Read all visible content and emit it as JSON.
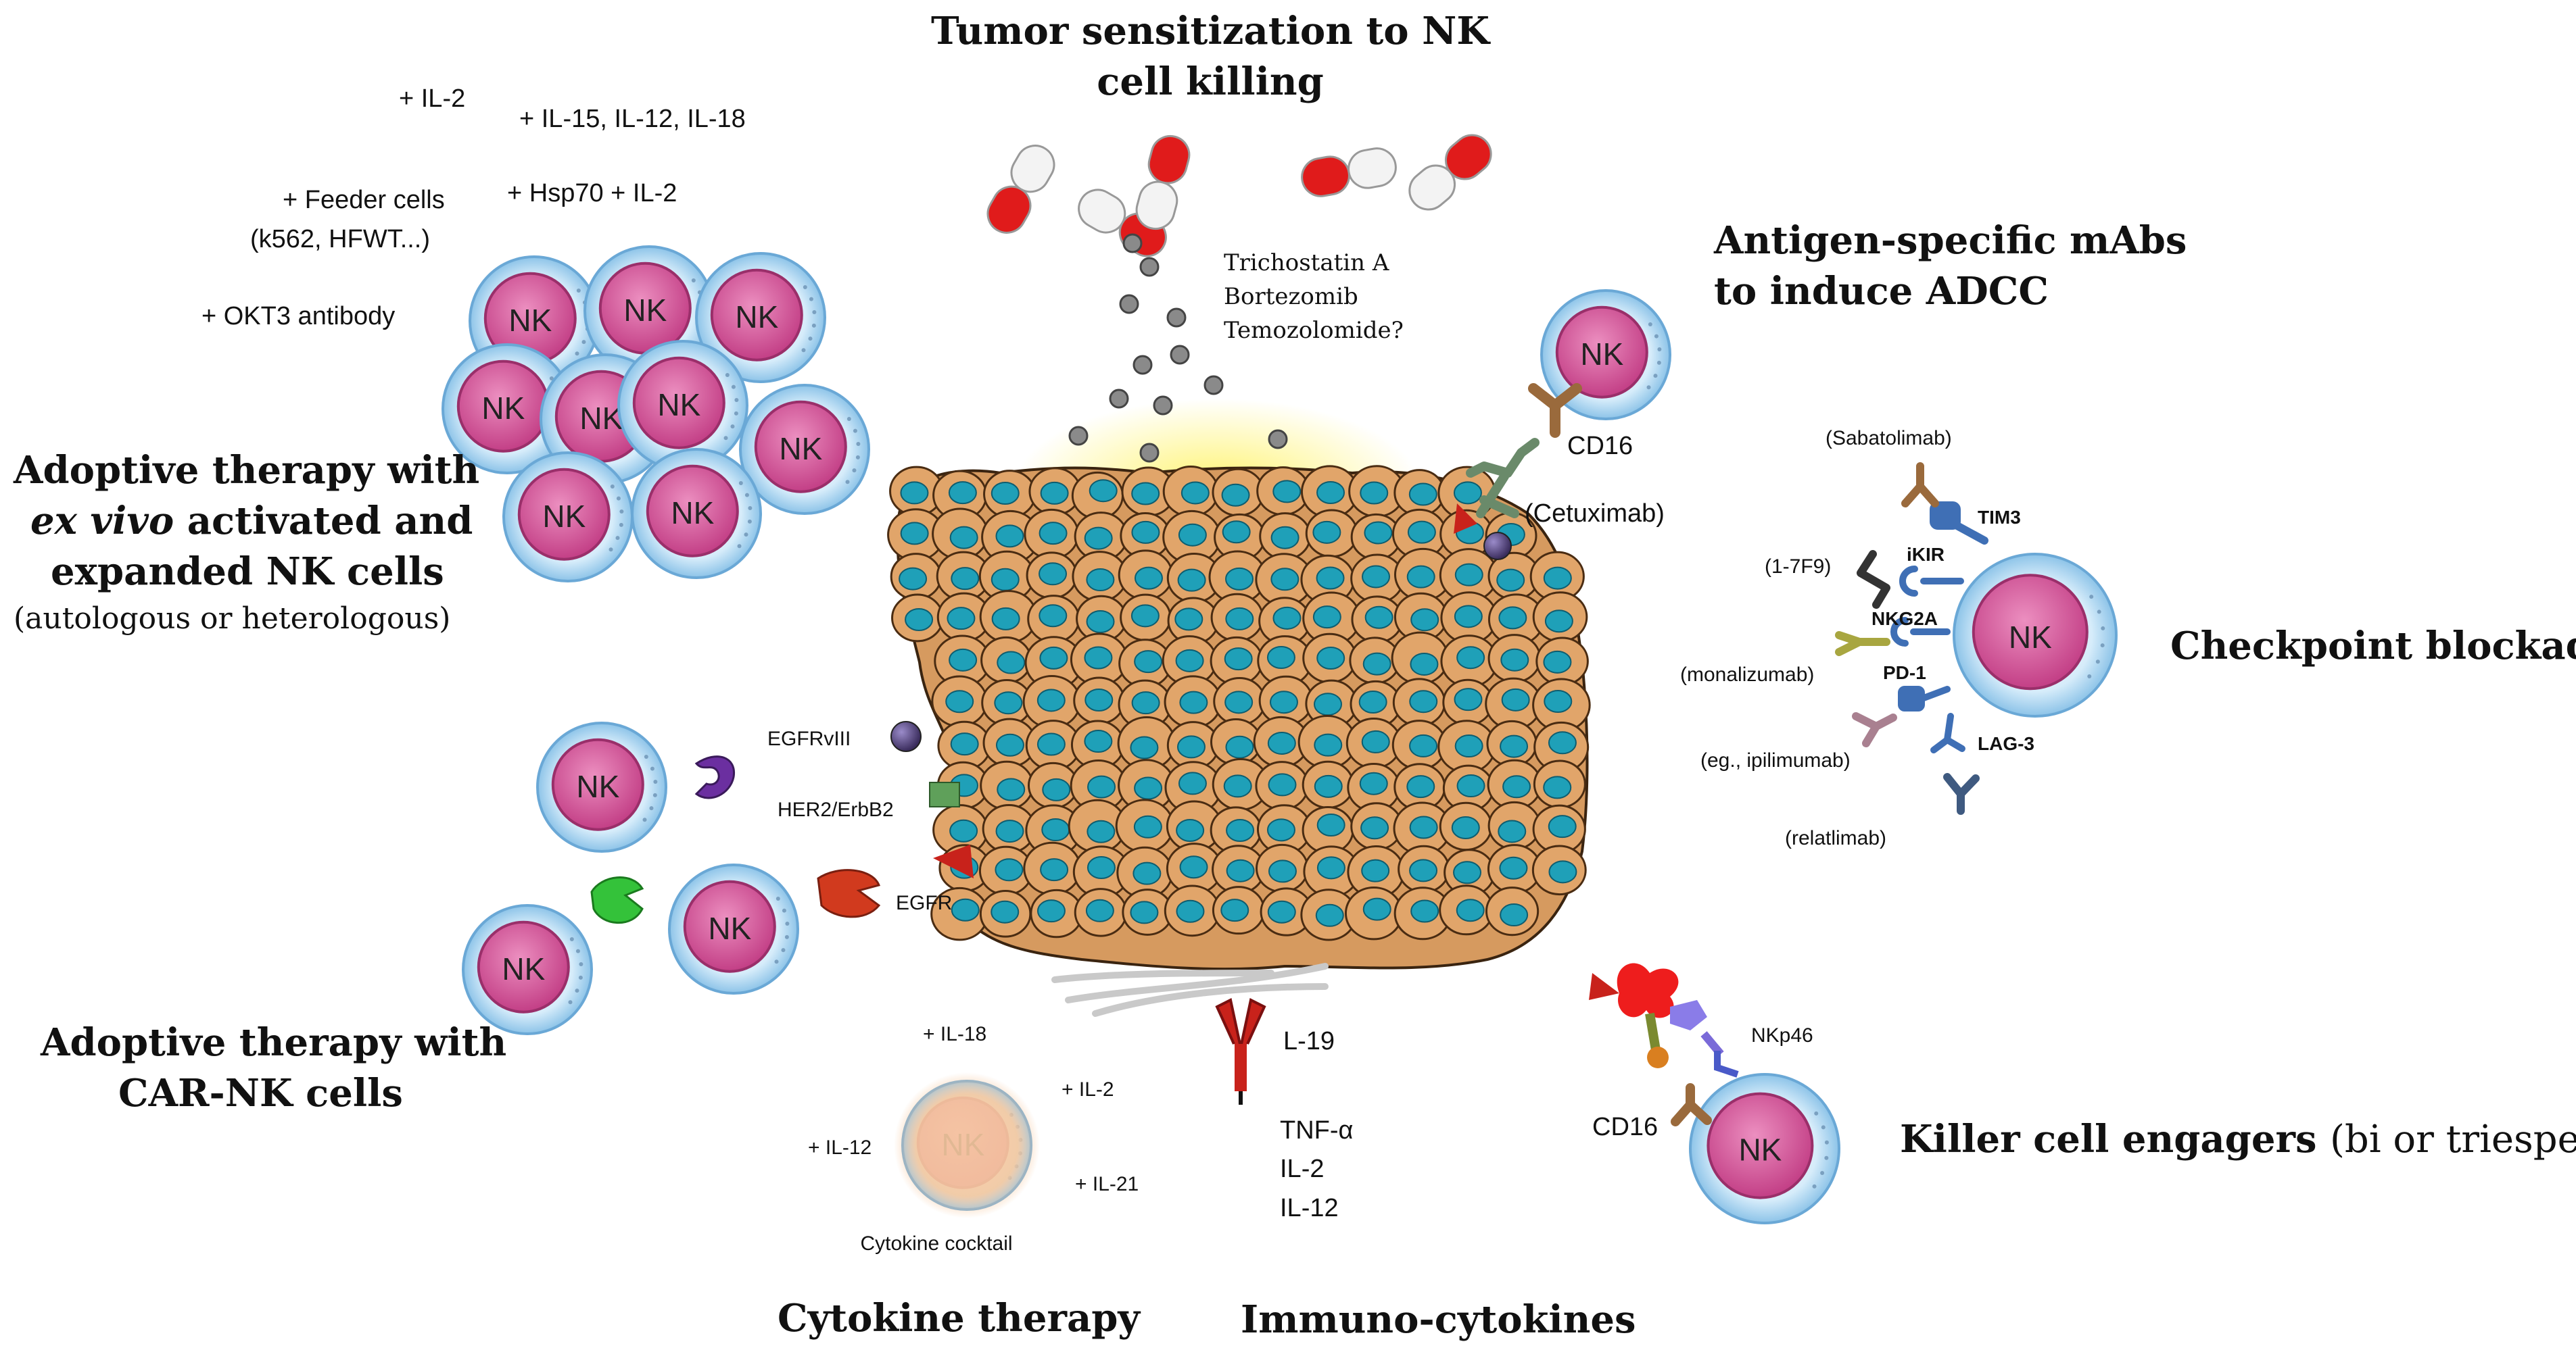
{
  "headings": {
    "tumor_sensitization_l1": "Tumor sensitization to NK",
    "tumor_sensitization_l2": "cell killing",
    "antigen_mabs_l1": "Antigen-specific mAbs",
    "antigen_mabs_l2": "to induce ADCC",
    "adoptive_l1": "Adoptive therapy with",
    "adoptive_l2_italic": "ex vivo",
    "adoptive_l2_rest": "activated and",
    "adoptive_l3": "expanded NK cells",
    "adoptive_l4": "(autologous or heterologous)",
    "checkpoint": "Checkpoint blockade",
    "car_l1": "Adoptive therapy with",
    "car_l2": "CAR-NK cells",
    "killer_bold": "Killer cell engagers",
    "killer_rest": "(bi or triespecific)",
    "cytokine_therapy": "Cytokine therapy",
    "immuno_cytokines": "Immuno-cytokines"
  },
  "expansion_labels": {
    "il2": "+ IL-2",
    "il15": "+ IL-15, IL-12, IL-18",
    "feeder_l1": "+ Feeder cells",
    "feeder_l2": "(k562, HFWT...)",
    "hsp70": "+ Hsp70 + IL-2",
    "okt3": "+ OKT3 antibody"
  },
  "drugs": {
    "d1": "Trichostatin  A",
    "d2": "Bortezomib",
    "d3": "Temozolomide?"
  },
  "adcc": {
    "cd16": "CD16",
    "cetuximab": "(Cetuximab)"
  },
  "checkpoint_labels": {
    "sabatolimab": "(Sabatolimab)",
    "tim3": "TIM3",
    "ikir": "iKIR",
    "f17f9": "(1-7F9)",
    "nkg2a": "NKG2A",
    "monalizumab": "(monalizumab)",
    "pd1": "PD-1",
    "ipilimumab": "(eg., ipilimumab)",
    "lag3": "LAG-3",
    "relatlimab": "(relatlimab)"
  },
  "car_labels": {
    "egfrviii": "EGFRvIII",
    "her2": "HER2/ErbB2",
    "egfr": "EGFR"
  },
  "cytokine_labels": {
    "il18": "+ IL-18",
    "il2": "+ IL-2",
    "il12": "+ IL-12",
    "il21": "+ IL-21",
    "cocktail": "Cytokine cocktail"
  },
  "immuno_labels": {
    "l19": "L-19",
    "tnfa": "TNF-α",
    "il2": "IL-2",
    "il12": "IL-12"
  },
  "engager_labels": {
    "nkp46": "NKp46",
    "cd16": "CD16"
  },
  "nk_label": "NK",
  "colors": {
    "nk_body": "#d6579a",
    "nk_membrane": "#a9d4f0",
    "tumor_cell": "#e1a56a",
    "tumor_nucleus": "#1fa0b8",
    "pill_red": "#e01b1b",
    "checkpoint_blue": "#3f6fb5"
  }
}
